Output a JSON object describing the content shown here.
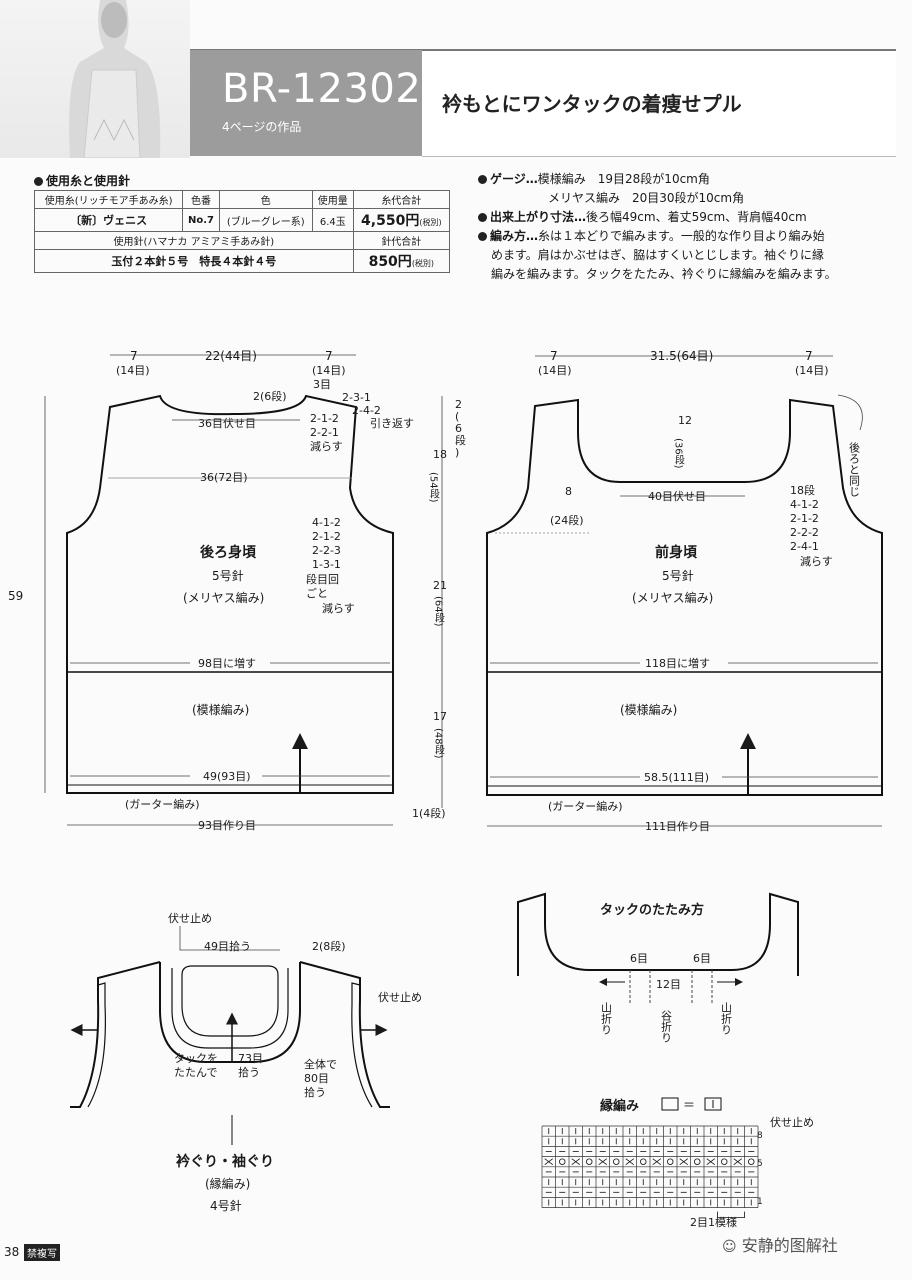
{
  "header": {
    "code": "BR-12302",
    "subtitle": "4ページの作品",
    "title": "衿もとにワンタックの着痩せプル"
  },
  "yarn": {
    "section": "使用糸と使用針",
    "h_yarn": "使用糸(リッチモア手あみ糸)",
    "h_color_no": "色番",
    "h_color": "色",
    "h_amount": "使用量",
    "h_yarn_total": "糸代合計",
    "yarn_name": "〔新〕ヴェニス",
    "color_no": "No.7",
    "color": "(ブルーグレー系)",
    "amount": "6.4玉",
    "yarn_price": "4,550円",
    "tax": "(税別)",
    "h_needle": "使用針(ハマナカ アミアミ手あみ針)",
    "h_needle_total": "針代合計",
    "needles": "玉付２本針５号　特長４本針４号",
    "needle_price": "850円"
  },
  "info": {
    "gauge_label": "ゲージ…",
    "gauge1": "模様編み　19目28段が10cm角",
    "gauge2": "メリヤス編み　20目30段が10cm角",
    "size_label": "出来上がり寸法…",
    "size": "後ろ幅49cm、着丈59cm、背肩幅40cm",
    "method_label": "編み方…",
    "method1": "糸は１本どりで編みます。一般的な作り目より編み始",
    "method2": "めます。肩はかぶせはぎ、脇はすくいとじします。袖ぐりに縁",
    "method3": "編みを編みます。タックをたたみ、衿ぐりに縁編みを編みます。"
  },
  "back": {
    "top_l": "7",
    "top_l_sub": "(14目)",
    "top_c": "22(44目)",
    "top_r": "7",
    "top_r_sub": "(14目)",
    "shoulder1": "2(6段)",
    "shoulder2": "3目",
    "s_a": "2-3-1",
    "s_b": "2-4-2",
    "s_c": "引き返す",
    "neck_bo": "36目伏せ目",
    "n_a": "2-1-2",
    "n_b": "2-2-1",
    "n_c": "減らす",
    "chest": "36(72目)",
    "a_a": "4-1-2",
    "a_b": "2-1-2",
    "a_c": "2-2-3",
    "a_d": "1-3-1",
    "a_e": "段目回",
    "a_f": "ごと",
    "a_g": "減らす",
    "name": "後ろ身頃",
    "needle": "5号針",
    "stitch": "(メリヤス編み)",
    "inc": "98目に増す",
    "pattern": "(模様編み)",
    "hem": "49(93目)",
    "garter": "(ガーター編み)",
    "cast": "93目作り目",
    "len": "59"
  },
  "side": {
    "v1": "2",
    "v1b": "(",
    "v1c": "6",
    "v1d": "段",
    "v1e": ")",
    "v2": "18",
    "v2b": "(54段)",
    "v3": "21",
    "v3b": "(64段)",
    "v4": "17",
    "v4b": "(48段)",
    "v5": "1(4段)"
  },
  "front": {
    "top_l": "7",
    "top_l_sub": "(14目)",
    "top_c": "31.5(64目)",
    "top_r": "7",
    "top_r_sub": "(14目)",
    "same": "後ろと同じ",
    "depth": "12",
    "depth_b": "(36段)",
    "neck_bo": "40目伏せ目",
    "dl": "8",
    "dl_b": "(24段)",
    "d_a": "18段",
    "d_b": "4-1-2",
    "d_c": "2-1-2",
    "d_d": "2-2-2",
    "d_e": "2-4-1",
    "d_f": "減らす",
    "name": "前身頃",
    "needle": "5号針",
    "stitch": "(メリヤス編み)",
    "inc": "118目に増す",
    "pattern": "(模様編み)",
    "hem": "58.5(111目)",
    "garter": "(ガーター編み)",
    "cast": "111目作り目"
  },
  "edge": {
    "bo": "伏せ止め",
    "pick49": "49目拾う",
    "rows": "2(8段)",
    "bo2": "伏せ止め",
    "tuck1": "タックを",
    "tuck2": "たたんで",
    "pick73a": "73目",
    "pick73b": "拾う",
    "whole1": "全体で",
    "whole2": "80目",
    "whole3": "拾う",
    "name": "衿ぐり・袖ぐり",
    "stitch": "(縁編み)",
    "needle": "4号針"
  },
  "tuck": {
    "title": "タックのたたみ方",
    "n1": "6目",
    "n2": "6目",
    "n3": "12目",
    "f1": "山折り",
    "f2": "谷折り",
    "f3": "山折り"
  },
  "chart": {
    "title": "縁編み",
    "eq": "＝",
    "bo": "伏せ止め",
    "r8": "8",
    "r5": "5",
    "r1": "1",
    "rep": "2目1模様"
  },
  "footer": {
    "page": "38",
    "notice": "禁複写",
    "watermark": "安静的图解社"
  }
}
